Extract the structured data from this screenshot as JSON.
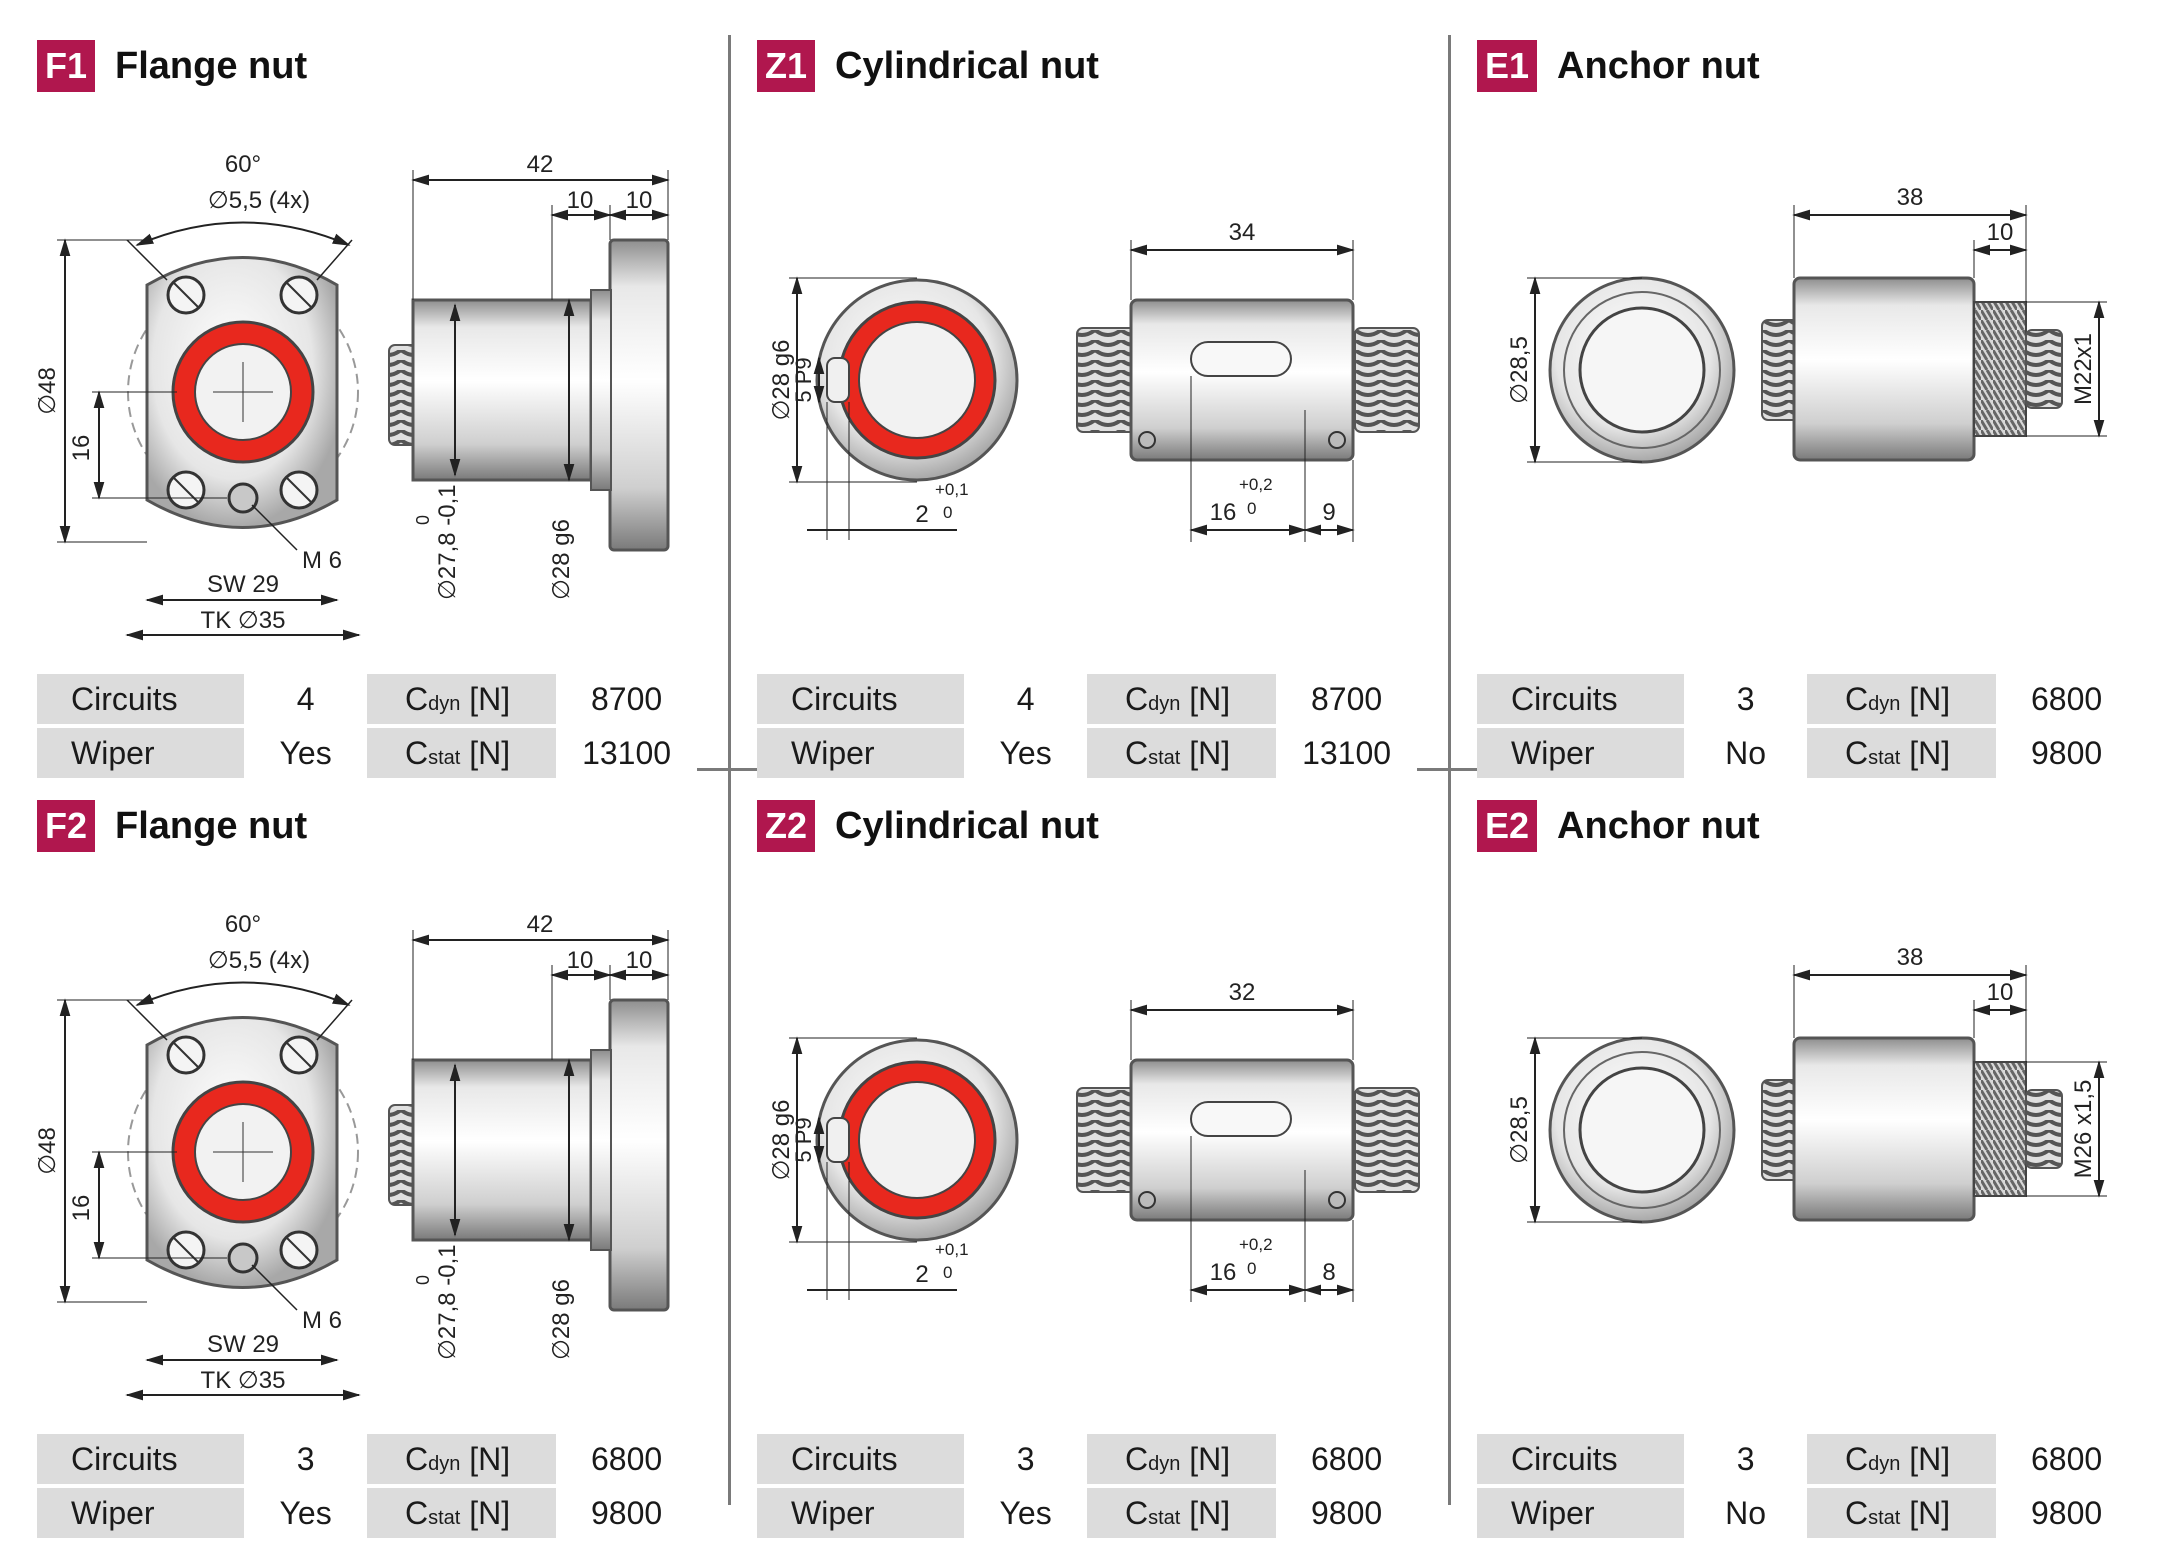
{
  "colors": {
    "badge": "#b0174e",
    "ring": "#e8281e",
    "dividers": "#7a7a7a",
    "label_bg": "#dcdcdc"
  },
  "labels": {
    "circuits": "Circuits",
    "wiper": "Wiper",
    "cdyn_main": "C",
    "cdyn_sub": "dyn",
    "cdyn_unit": "[N]",
    "cstat_main": "C",
    "cstat_sub": "stat",
    "cstat_unit": "[N]"
  },
  "panels": [
    {
      "code": "F1",
      "title": "Flange nut",
      "circuits": "4",
      "wiper": "Yes",
      "cdyn": "8700",
      "cstat": "13100",
      "dims": {
        "angle": "60°",
        "holes": "∅5,5 (4x)",
        "outer": "∅48",
        "offset": "16",
        "thread": "M 6",
        "sw": "SW 29",
        "tk": "TK ∅35",
        "length": "42",
        "a": "10",
        "b": "10",
        "d1_tol": "0",
        "d1": "∅27,8 -0,1",
        "d2": "∅28 g6"
      }
    },
    {
      "code": "Z1",
      "title": "Cylindrical nut",
      "circuits": "4",
      "wiper": "Yes",
      "cdyn": "8700",
      "cstat": "13100",
      "dims": {
        "dia": "∅28 g6",
        "key": "5 P9",
        "gap": "2",
        "gap_tol_top": "+0,1",
        "gap_tol_bot": "0",
        "length": "34",
        "slot": "16",
        "slot_tol_top": "+0,2",
        "slot_tol_bot": "0",
        "end": "9"
      }
    },
    {
      "code": "E1",
      "title": "Anchor nut",
      "circuits": "3",
      "wiper": "No",
      "cdyn": "6800",
      "cstat": "9800",
      "dims": {
        "dia": "∅28,5",
        "length": "38",
        "thread_len": "10",
        "thread": "M22x1"
      }
    },
    {
      "code": "F2",
      "title": "Flange nut",
      "circuits": "3",
      "wiper": "Yes",
      "cdyn": "6800",
      "cstat": "9800",
      "dims": {
        "angle": "60°",
        "holes": "∅5,5 (4x)",
        "outer": "∅48",
        "offset": "16",
        "thread": "M 6",
        "sw": "SW 29",
        "tk": "TK ∅35",
        "length": "42",
        "a": "10",
        "b": "10",
        "d1_tol": "0",
        "d1": "∅27,8 -0,1",
        "d2": "∅28 g6"
      }
    },
    {
      "code": "Z2",
      "title": "Cylindrical nut",
      "circuits": "3",
      "wiper": "Yes",
      "cdyn": "6800",
      "cstat": "9800",
      "dims": {
        "dia": "∅28 g6",
        "key": "5 P9",
        "gap": "2",
        "gap_tol_top": "+0,1",
        "gap_tol_bot": "0",
        "length": "32",
        "slot": "16",
        "slot_tol_top": "+0,2",
        "slot_tol_bot": "0",
        "end": "8"
      }
    },
    {
      "code": "E2",
      "title": "Anchor nut",
      "circuits": "3",
      "wiper": "No",
      "cdyn": "6800",
      "cstat": "9800",
      "dims": {
        "dia": "∅28,5",
        "length": "38",
        "thread_len": "10",
        "thread": "M26 x1,5"
      }
    }
  ]
}
